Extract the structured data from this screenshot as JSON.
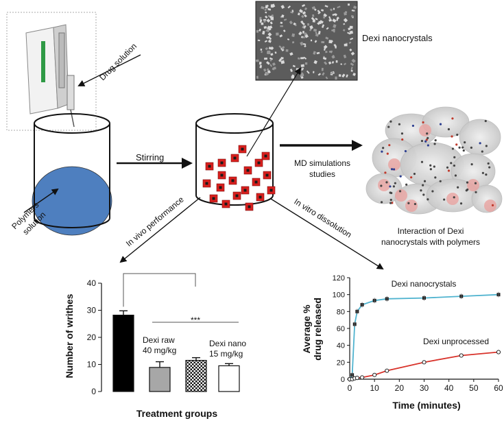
{
  "labels": {
    "drug_solution": "Drug solution",
    "polymers_solution_line1": "Polymers",
    "polymers_solution_line2": "solution",
    "stirring": "Stirring",
    "nanocrystals_caption": "Dexi nanocrystals",
    "md_line1": "MD simulations",
    "md_line2": "studies",
    "interaction_line1": "Interaction of Dexi",
    "interaction_line2": "nanocrystals with polymers",
    "in_vivo": "In vivo performance",
    "in_vitro": "In vitro dissolution"
  },
  "colors": {
    "polymer_liquid": "#4e7fbf",
    "nanocrystal": "#d9201e",
    "line_curve_nano": "#4fb3cf",
    "line_curve_unprocessed": "#d8322a",
    "bar_raw": "#a7a7a7",
    "bar_control": "#000000"
  },
  "chart_data": [
    {
      "type": "bar",
      "ylabel": "Number of writhes",
      "xlabel": "Treatment groups",
      "ylim": [
        0,
        40
      ],
      "yticks": [
        "0",
        "10",
        "20",
        "30",
        "40"
      ],
      "values": [
        28.2,
        8.9,
        11.5,
        9.5
      ],
      "errors": [
        1.6,
        2.1,
        1.0,
        0.8
      ],
      "fills": [
        "black",
        "gray",
        "checker",
        "white"
      ],
      "annotations": {
        "significance": "***",
        "raw_line1": "Dexi raw",
        "raw_line2": "40 mg/kg",
        "nano_line1": "Dexi nano",
        "nano_line2": "15 mg/kg"
      }
    },
    {
      "type": "line",
      "xlabel": "Time (minutes)",
      "ylabel_line1": "Average %",
      "ylabel_line2": "drug released",
      "xlim": [
        0,
        60
      ],
      "ylim": [
        0,
        120
      ],
      "xticks": [
        "0",
        "10",
        "20",
        "30",
        "40",
        "50",
        "60"
      ],
      "yticks": [
        "0",
        "20",
        "40",
        "60",
        "80",
        "100",
        "120"
      ],
      "series": [
        {
          "name": "Dexi nanocrystals",
          "x": [
            0,
            1,
            2,
            3,
            5,
            10,
            15,
            30,
            45,
            60
          ],
          "y": [
            0,
            5,
            65,
            80,
            88,
            93,
            95,
            96,
            98,
            100
          ]
        },
        {
          "name": "Dexi unprocessed",
          "x": [
            0,
            1,
            2,
            3,
            5,
            10,
            15,
            30,
            45,
            60
          ],
          "y": [
            0,
            0,
            1,
            1.5,
            2,
            5,
            10,
            20,
            28,
            32
          ]
        }
      ]
    }
  ]
}
